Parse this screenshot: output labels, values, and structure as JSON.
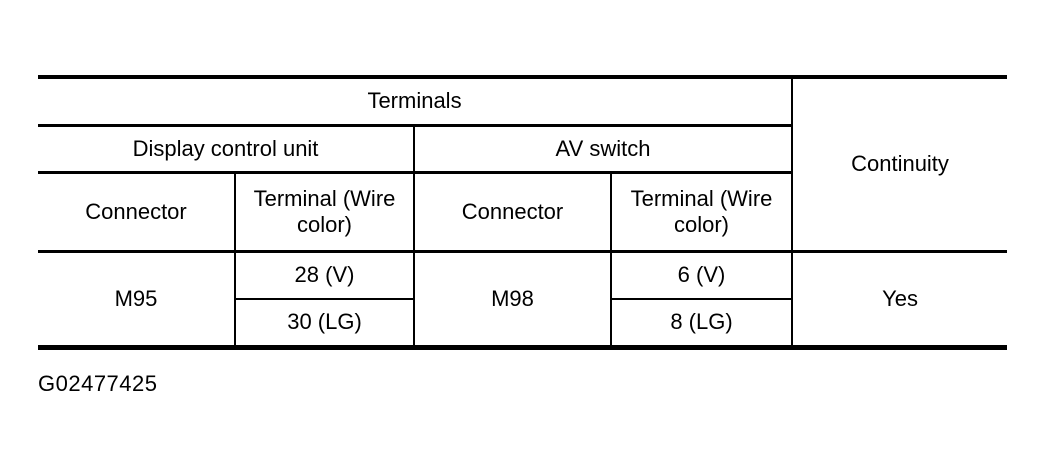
{
  "colors": {
    "line": "#000000",
    "text": "#000000",
    "background": "#ffffff"
  },
  "table": {
    "headers": {
      "terminals": "Terminals",
      "continuity": "Continuity",
      "display_control_unit": "Display control unit",
      "av_switch": "AV switch",
      "display_connector": "Connector",
      "display_terminal": "Terminal (Wire color)",
      "av_connector": "Connector",
      "av_terminal": "Terminal (Wire color)"
    },
    "data": {
      "display_connector": "M95",
      "display_terminals": [
        "28 (V)",
        "30 (LG)"
      ],
      "av_connector": "M98",
      "av_terminals": [
        "6 (V)",
        "8 (LG)"
      ],
      "continuity": "Yes"
    }
  },
  "figure_id": "G02477425"
}
